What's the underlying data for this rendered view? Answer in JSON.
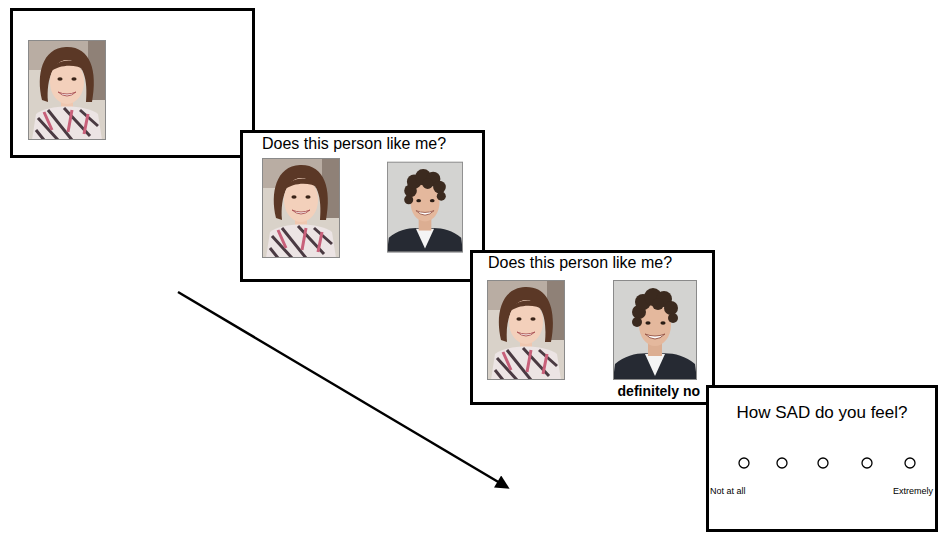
{
  "diagram": {
    "nodes": [
      {
        "text": [
          "Does this person like me?"
        ]
      },
      {
        "text": [
          "Does this person like me?",
          "definitely no"
        ]
      },
      {
        "text": [
          "How SAD do you feel?",
          "Not at all",
          "Extremely"
        ]
      }
    ]
  }
}
